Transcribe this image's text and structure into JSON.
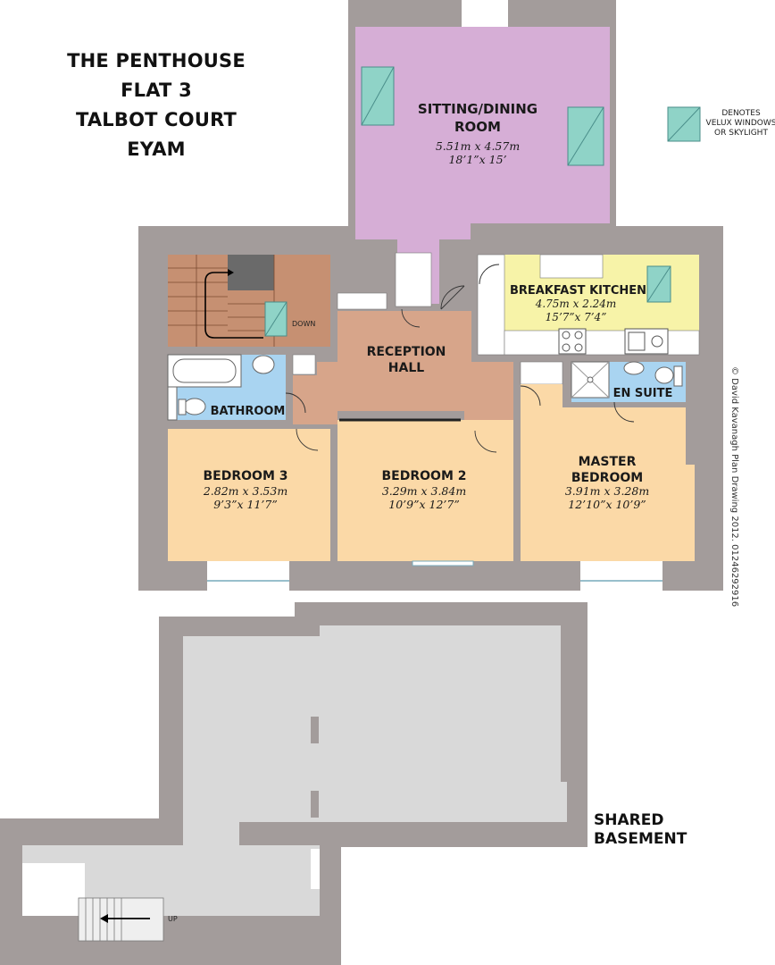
{
  "title": {
    "line1": "THE PENTHOUSE",
    "line2": "FLAT 3",
    "line3": "TALBOT COURT",
    "line4": "EYAM"
  },
  "legend": {
    "line1": "DENOTES",
    "line2": "VELUX WINDOWS",
    "line3": "OR SKYLIGHT",
    "color": "#8fd3c7"
  },
  "rooms": {
    "sitting": {
      "name1": "SITTING/DINING",
      "name2": "ROOM",
      "metric": "5.51m x 4.57m",
      "imperial": "18’1”x 15’"
    },
    "kitchen": {
      "name": "BREAKFAST KITCHEN",
      "metric": "4.75m x 2.24m",
      "imperial": "15’7”x 7’4”"
    },
    "hall": {
      "name1": "RECEPTION",
      "name2": "HALL"
    },
    "bathroom": {
      "name": "BATHROOM"
    },
    "ensuite": {
      "name": "EN SUITE"
    },
    "bedroom3": {
      "name": "BEDROOM 3",
      "metric": "2.82m x 3.53m",
      "imperial": "9’3”x 11’7”"
    },
    "bedroom2": {
      "name": "BEDROOM 2",
      "metric": "3.29m x 3.84m",
      "imperial": "10’9”x 12’7”"
    },
    "master": {
      "name1": "MASTER",
      "name2": "BEDROOM",
      "metric": "3.91m x 3.28m",
      "imperial": "12’10”x 10’9”"
    },
    "basement": {
      "name1": "SHARED",
      "name2": "BASEMENT"
    }
  },
  "labels": {
    "down": "DOWN",
    "up": "UP",
    "copyright": "© David Kavanagh Plan Drawing 2012. 01246292916"
  },
  "colors": {
    "wall": "#a39c9b",
    "sitting": "#d6aed6",
    "kitchen": "#f7f3a8",
    "hall": "#d7a58a",
    "bedroom": "#fbd9a7",
    "bathroom": "#a9d4f1",
    "basement": "#d9d9d9"
  }
}
